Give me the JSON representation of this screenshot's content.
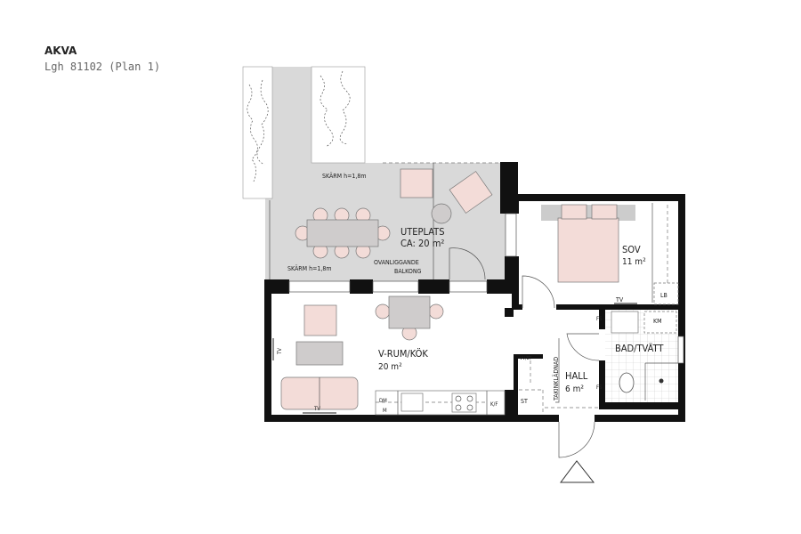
{
  "header": {
    "title": "AKVA",
    "subtitle": "Lgh 81102 (Plan 1)"
  },
  "rooms": {
    "terrace": {
      "name": "UTEPLATS",
      "area": "CA: 20 m²"
    },
    "bedroom": {
      "name": "SOV",
      "area": "11 m²"
    },
    "living": {
      "name": "V-RUM/KÖK",
      "area": "20 m²"
    },
    "hall": {
      "name": "HALL",
      "area": "6 m²"
    },
    "bath": {
      "name": "BAD/TVÄTT"
    }
  },
  "annotations": {
    "screen_top": "SKÄRM h=1,8m",
    "screen_bottom": "SKÄRM h=1,8m",
    "balcony_1": "OVANLIGGANDE",
    "balcony_2": "BALKONG",
    "tv_bedroom": "TV",
    "tv_living_wall": "TV",
    "tv_sofa": "TV",
    "lb": "LB",
    "km": "KM",
    "fs_1": "FS",
    "fs_2": "FS",
    "dm": "DM",
    "m": "M",
    "kf": "K/F",
    "st": "ST",
    "vv_et": "VV/ET",
    "ceiling_hatch": "TAKINKLÄDNAD"
  },
  "colors": {
    "furniture": "#f3dcd8",
    "terrace": "#d9d9d9",
    "wall": "#111111"
  }
}
